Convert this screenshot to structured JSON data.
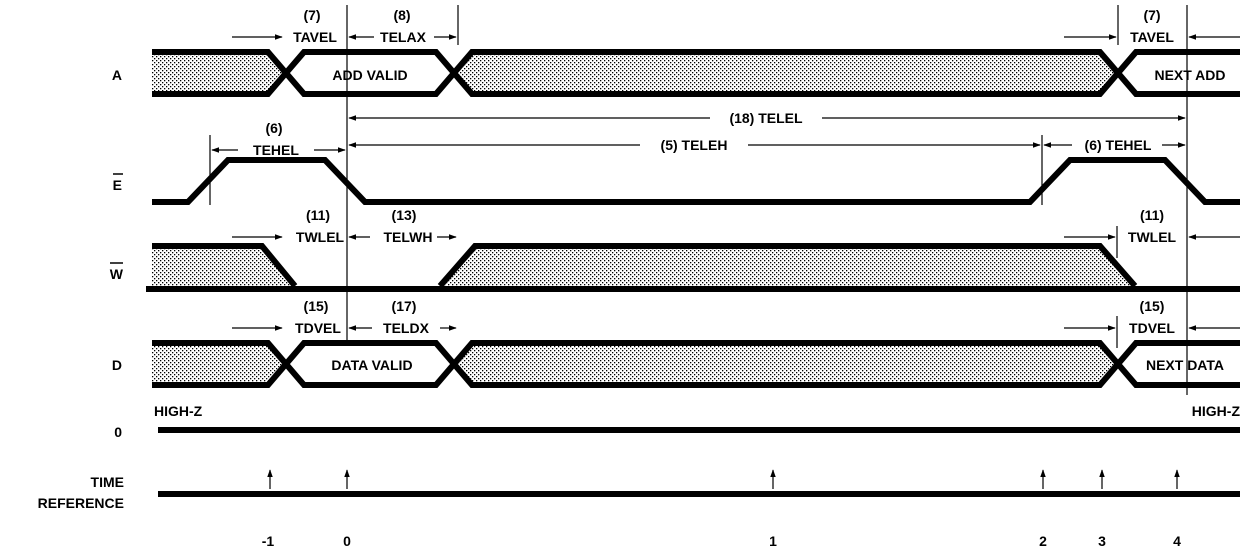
{
  "signals": {
    "a": "A",
    "e": "E",
    "w": "W",
    "d": "D",
    "q": "0",
    "time_reference_line1": "TIME",
    "time_reference_line2": "REFERENCE"
  },
  "bus_labels": {
    "add_valid": "ADD VALID",
    "next_add": "NEXT ADD",
    "data_valid": "DATA VALID",
    "next_data": "NEXT DATA",
    "high_z_left": "HIGH-Z",
    "high_z_right": "HIGH-Z"
  },
  "timings": {
    "tavel_left_num": "(7)",
    "tavel_left": "TAVEL",
    "telax_num": "(8)",
    "telax": "TELAX",
    "tavel_right_num": "(7)",
    "tavel_right": "TAVEL",
    "telel": "(18) TELEL",
    "tehel_left_num": "(6)",
    "tehel_left": "TEHEL",
    "teleh": "(5) TELEH",
    "tehel_right": "(6) TEHEL",
    "twlel_left_num": "(11)",
    "twlel_left": "TWLEL",
    "telwh_num": "(13)",
    "telwh": "TELWH",
    "twlel_right_num": "(11)",
    "twlel_right": "TWLEL",
    "tdvel_left_num": "(15)",
    "tdvel_left": "TDVEL",
    "teldx_num": "(17)",
    "teldx": "TELDX",
    "tdvel_right_num": "(15)",
    "tdvel_right": "TDVEL"
  },
  "time_reference": {
    "labels": [
      "-1",
      "0",
      "1",
      "2",
      "3",
      "4"
    ]
  }
}
